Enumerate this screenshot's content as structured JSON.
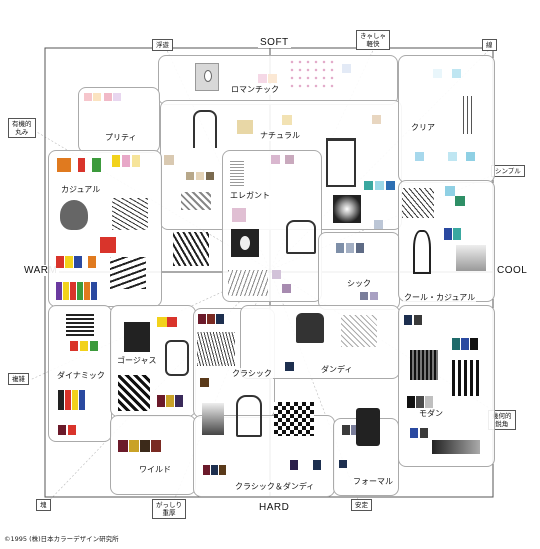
{
  "axes": {
    "soft": "SOFT",
    "hard": "HARD",
    "warm": "WARM",
    "cool": "COOL"
  },
  "tags": {
    "t1": "浮遊",
    "t2": [
      "きゃしゃ",
      "軽快"
    ],
    "t3": "線",
    "t4": [
      "有機的",
      "丸み"
    ],
    "t5": "シンプル",
    "t6": "複雑",
    "t7": [
      "幾何的",
      "鋭角"
    ],
    "t8": "塊",
    "t9": [
      "がっしり",
      "重厚"
    ],
    "t10": "安定"
  },
  "groups": {
    "romantic": "ロマンチック",
    "pretty": "プリティ",
    "natural": "ナチュラル",
    "clear": "クリア",
    "casual": "カジュアル",
    "elegant": "エレガント",
    "chic": "シック",
    "cool_casual": "クール・カジュアル",
    "dynamic": "ダイナミック",
    "gorgeous": "ゴージャス",
    "classic": "クラシック",
    "dandy": "ダンディ",
    "modern": "モダン",
    "wild": "ワイルド",
    "classic_dandy": "クラシック＆ダンディ",
    "formal": "フォーマル"
  },
  "copyright": "©1995 (株)日本カラーデザイン研究所",
  "colors": {
    "grid": "#555555",
    "ray": "#bbbbbb",
    "box_border": "#aaaaaa",
    "casual_palette": [
      "#e07a1f",
      "#d9342b",
      "#2a49a0",
      "#f2d21b",
      "#3c9a3c",
      "#6b3aa0"
    ],
    "pastel_palette": [
      "#f6c6cc",
      "#fbe3c0",
      "#cfe8f5",
      "#e8d6ef",
      "#d8efd3"
    ],
    "clear_palette": [
      "#bfe6f2",
      "#e9f6fb",
      "#c7efe8",
      "#a7d8ec",
      "#ffffff"
    ],
    "dark_palette": [
      "#2b1f4a",
      "#6b1a2a",
      "#1d2f4f",
      "#3a3a3a",
      "#7a2a22",
      "#1f3b2b"
    ]
  }
}
